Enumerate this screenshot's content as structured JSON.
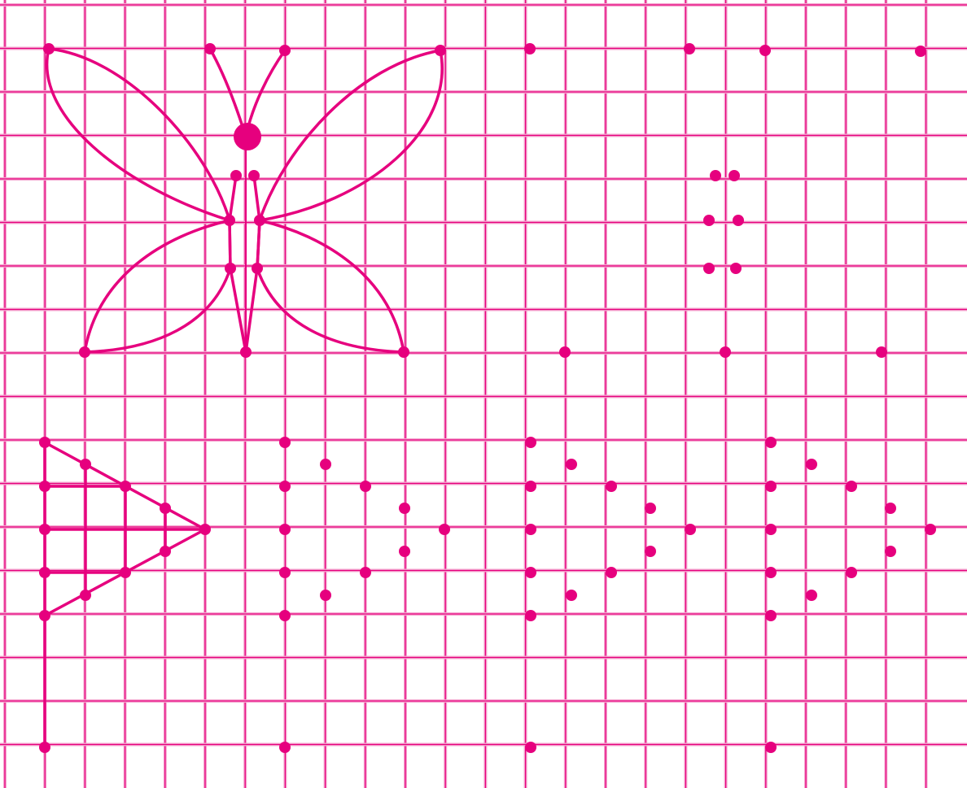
{
  "colors": {
    "ink": "#e6007e",
    "grid_minor": "#f4a6cf",
    "grid_major": "#e6007e",
    "background": "#ffffff"
  },
  "worksheet": {
    "grid": true,
    "patterns": [
      {
        "name": "butterfly",
        "state": "completed"
      },
      {
        "name": "butterfly",
        "state": "dots-only"
      },
      {
        "name": "flag",
        "state": "completed"
      },
      {
        "name": "flag",
        "state": "dots-only"
      },
      {
        "name": "flag",
        "state": "dots-only"
      },
      {
        "name": "flag",
        "state": "dots-only"
      }
    ]
  }
}
